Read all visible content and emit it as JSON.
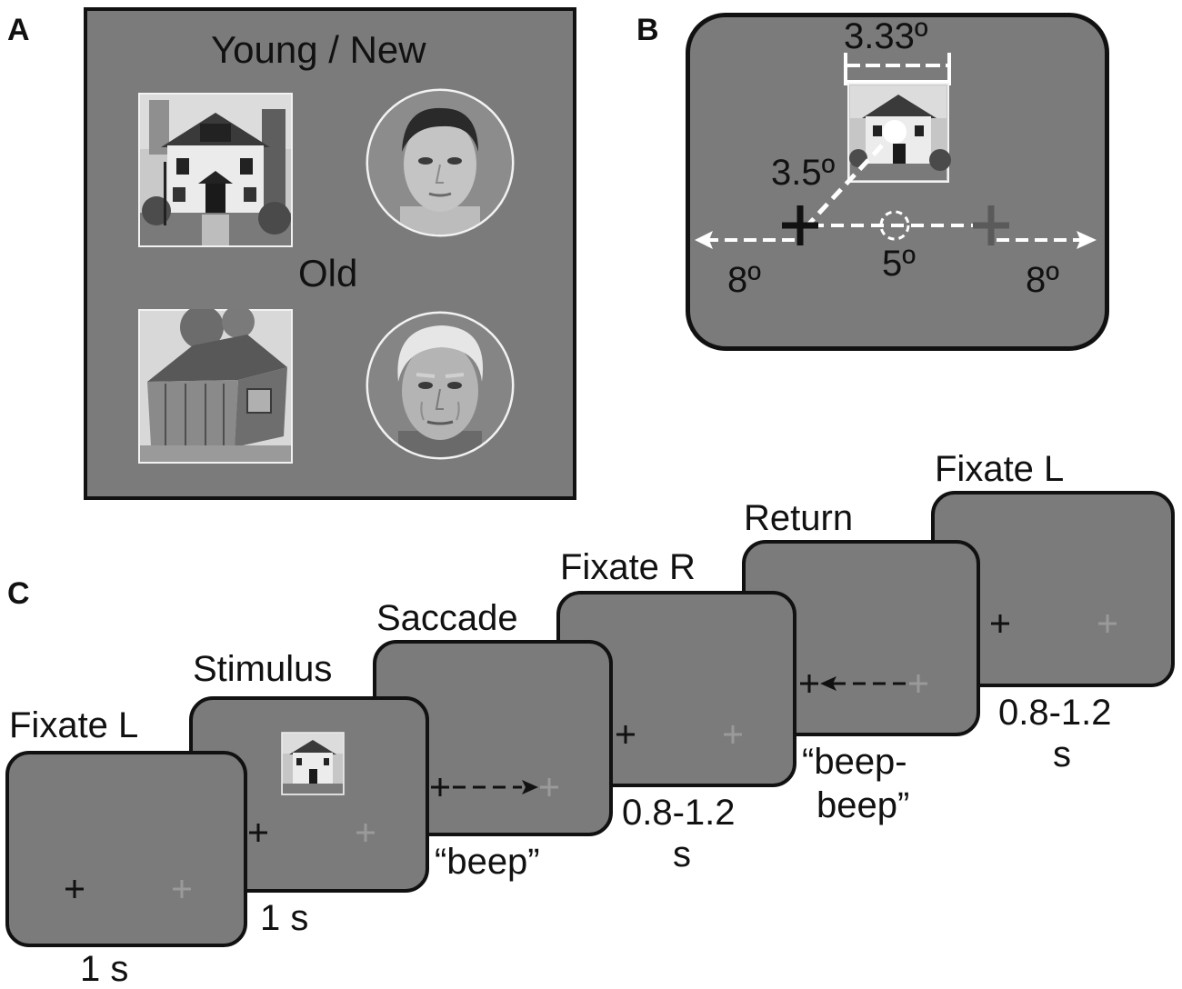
{
  "panels": {
    "a": "A",
    "b": "B",
    "c": "C"
  },
  "panel_a": {
    "top_label": "Young / New",
    "middle_label": "Old",
    "images": [
      {
        "name": "young-house-photo",
        "kind": "house",
        "age": "new"
      },
      {
        "name": "young-face-photo",
        "kind": "face",
        "age": "young"
      },
      {
        "name": "old-house-photo",
        "kind": "house",
        "age": "old"
      },
      {
        "name": "old-face-photo",
        "kind": "face",
        "age": "old"
      }
    ]
  },
  "panel_b": {
    "stimulus_width": "3.33º",
    "stimulus_offset": "3.5º",
    "fixation_separation": "5º",
    "left_extent": "8º",
    "right_extent": "8º"
  },
  "panel_c": {
    "screens": [
      {
        "title": "Fixate L",
        "caption": "1 s"
      },
      {
        "title": "Stimulus",
        "caption": "1 s"
      },
      {
        "title": "Saccade",
        "caption": "“beep”"
      },
      {
        "title": "Fixate R",
        "caption_line1": "0.8-1.2",
        "caption_line2": "s"
      },
      {
        "title": "Return",
        "caption_line1": "“beep-",
        "caption_line2": "beep”"
      },
      {
        "title": "Fixate L",
        "caption_line1": "0.8-1.2",
        "caption_line2": "s"
      }
    ]
  },
  "colors": {
    "screen_gray": "#7b7b7b",
    "border": "#111111",
    "gray_cross": "#9a9a9a"
  }
}
